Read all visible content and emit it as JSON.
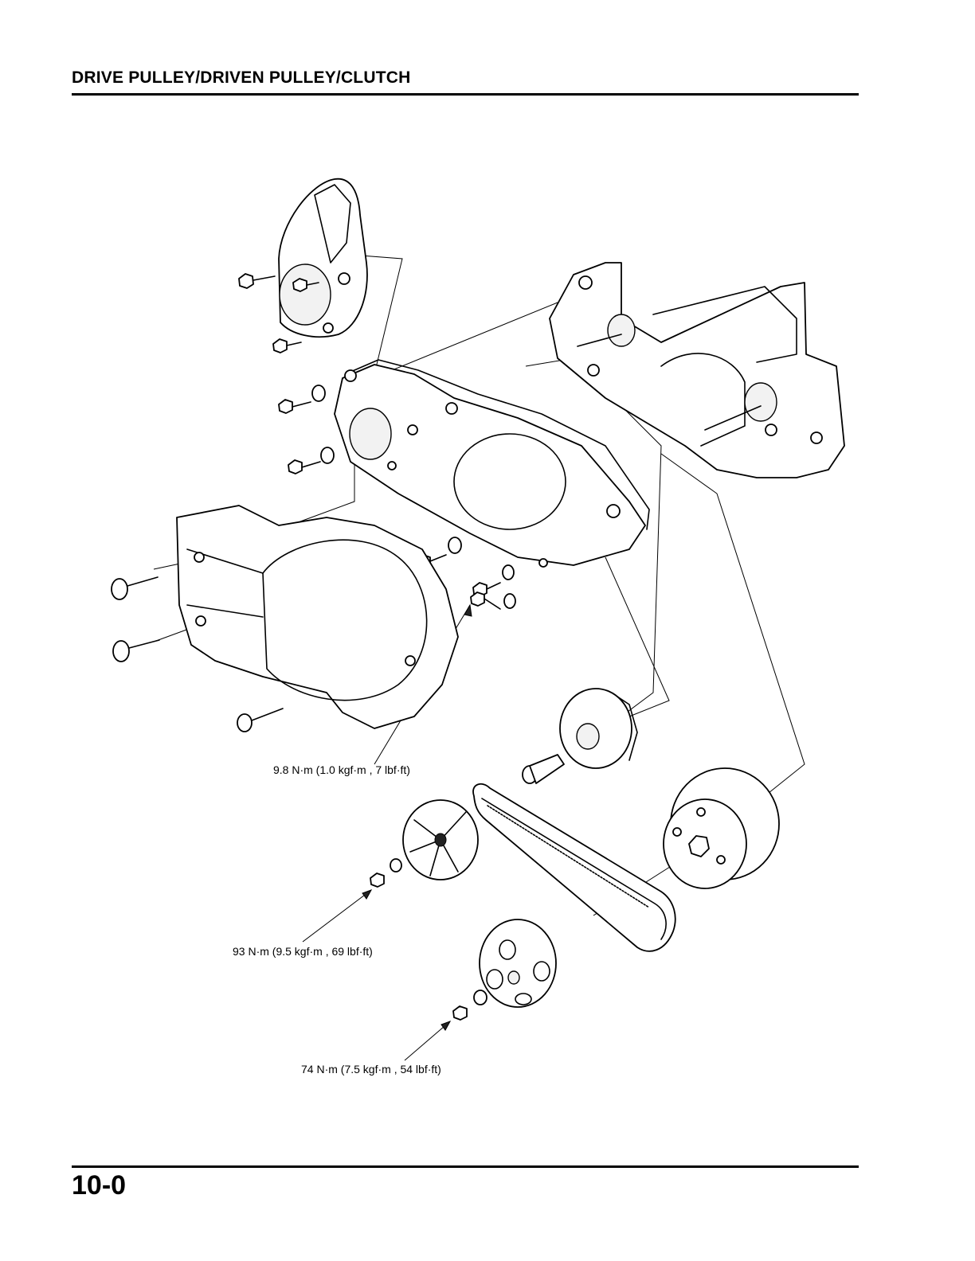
{
  "header": {
    "title": "DRIVE PULLEY/DRIVEN PULLEY/CLUTCH"
  },
  "footer": {
    "page_number": "10-0"
  },
  "torque_specs": [
    {
      "label": "9.8 N·m (1.0 kgf·m , 7 lbf·ft)"
    },
    {
      "label": "93 N·m (9.5 kgf·m , 69 lbf·ft)"
    },
    {
      "label": "74 N·m (7.5 kgf·m , 54 lbf·ft)"
    }
  ]
}
